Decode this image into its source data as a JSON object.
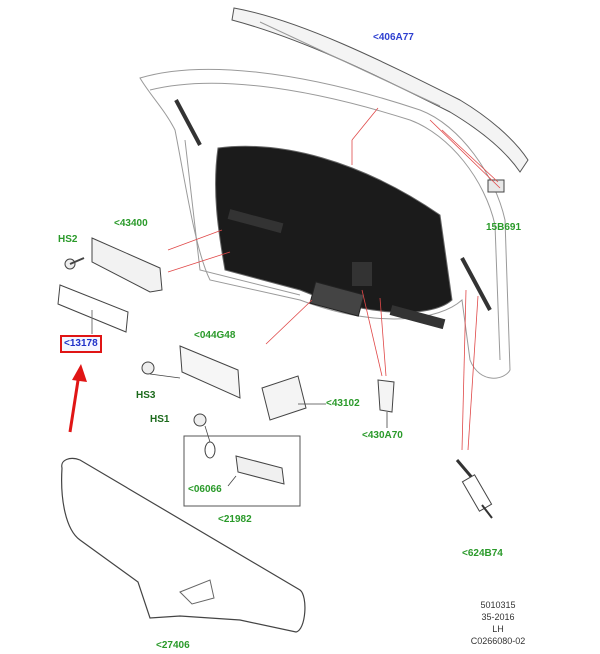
{
  "diagram": {
    "callouts": {
      "p406a77": "<406A77",
      "p15b691": "15B691",
      "hs2": "HS2",
      "p43400": "<43400",
      "p13178": "<13178",
      "p044g48": "<044G48",
      "hs3": "HS3",
      "p43102": "<43102",
      "p430a70": "<430A70",
      "hs1": "HS1",
      "p06066": "<06066",
      "p21982": "<21982",
      "p624b74": "<624B74",
      "p27406": "<27406"
    },
    "reference": {
      "line1": "5010315",
      "line2": "35-2016",
      "line3": "LH",
      "line4": "C0266080-02"
    },
    "colors": {
      "part_label": "#2a9a2a",
      "selected_label": "#1d2fc8",
      "leader_line": "#e04848",
      "highlight_arrow": "#e01515",
      "outline": "#555555"
    }
  }
}
